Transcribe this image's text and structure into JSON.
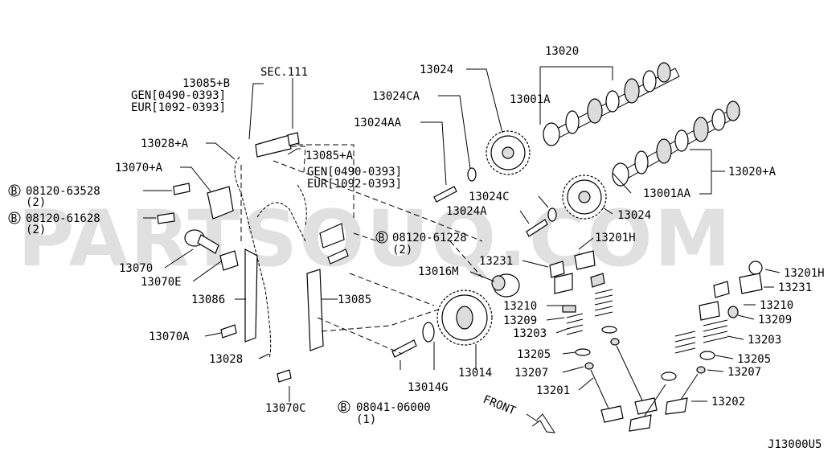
{
  "watermark": "PARTSOUQ.COM",
  "diagram_code": "J13000U5",
  "direction_label": "FRONT",
  "bolt_marker": "B",
  "labels": {
    "p13020": "13020",
    "p13024_top": "13024",
    "p13001A": "13001A",
    "p13024CA": "13024CA",
    "p13024AA": "13024AA",
    "p13085B": "13085+B",
    "sec111": "SEC.111",
    "gen_a": "GEN[0490-0393]",
    "eur_a": "EUR[1092-0393]",
    "p13028A": "13028+A",
    "p13070A_plus": "13070+A",
    "p13085A": "13085+A",
    "gen_b": "GEN[0490-0393]",
    "eur_b": "EUR[1092-0393]",
    "p13020A": "13020+A",
    "p13001AA": "13001AA",
    "p13024C": "13024C",
    "p13024A": "13024A",
    "p13024_right": "13024",
    "bolt1": "08120-63528",
    "bolt1_qty": "(2)",
    "bolt2": "08120-61628",
    "bolt2_qty": "(2)",
    "bolt3": "08120-61228",
    "bolt3_qty": "(2)",
    "p13201H_top": "13201H",
    "p13231_top": "13231",
    "p13016M": "13016M",
    "p13070": "13070",
    "p13070E": "13070E",
    "p13086": "13086",
    "p13085": "13085",
    "p13070A": "13070A",
    "p13028": "13028",
    "p13210_l": "13210",
    "p13209_l": "13209",
    "p13203_l": "13203",
    "p13205_l": "13205",
    "p13207_l": "13207",
    "p13201": "13201",
    "p13014G": "13014G",
    "p13014": "13014",
    "p13070C": "13070C",
    "bolt4": "08041-06000",
    "bolt4_qty": "(1)",
    "p13201H_r": "13201H",
    "p13231_r": "13231",
    "p13210_r": "13210",
    "p13209_r": "13209",
    "p13203_r": "13203",
    "p13205_r": "13205",
    "p13207_r": "13207",
    "p13202": "13202"
  }
}
